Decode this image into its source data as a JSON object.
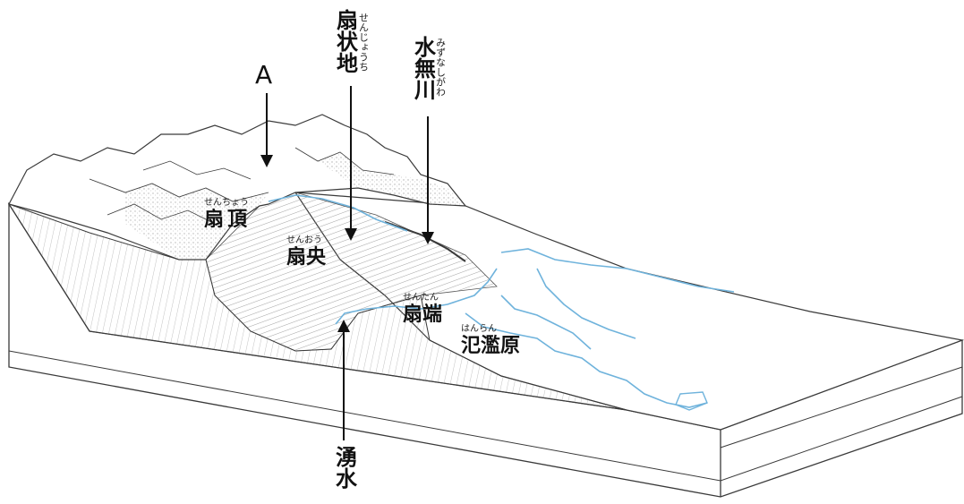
{
  "diagram": {
    "labels": {
      "a": "A",
      "senjochi": "扇状地",
      "senjochi_ruby": "せんじょうち",
      "mizunashigawa": "水無川",
      "mizunashigawa_ruby": "みずなしがわ",
      "senchou": "扇頂",
      "senchou_ruby": "せんちょう",
      "senou": "扇央",
      "senou_ruby": "せんおう",
      "sentan": "扇端",
      "sentan_ruby": "せんたん",
      "hanrangen": "氾濫原",
      "hanrangen_ruby": "はんらん",
      "yusui": "湧水"
    },
    "colors": {
      "river": "#6fb3dc",
      "line": "#3a3a3a",
      "hatch": "#7a7a7a"
    }
  }
}
